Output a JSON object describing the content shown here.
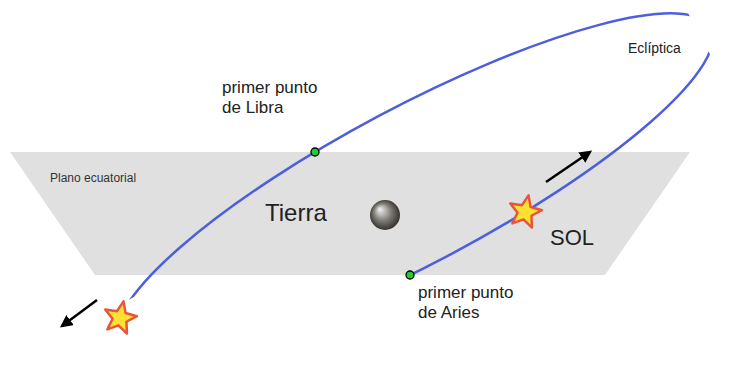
{
  "diagram": {
    "nodes": [
      {
        "text": [
          "Plano ecuatorial"
        ]
      }
    ],
    "labels": [
      "Eclíptica",
      "primer punto de Libra",
      "Tierra",
      "SOL",
      "primer punto de Aries"
    ]
  }
}
